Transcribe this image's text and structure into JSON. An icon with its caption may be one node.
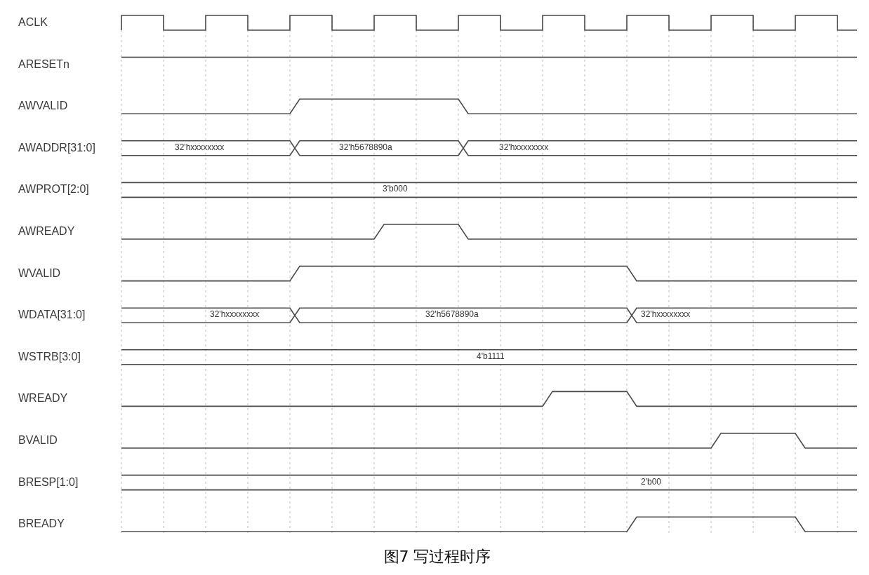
{
  "diagram": {
    "caption": "图7 写过程时序",
    "labels": [
      "ACLK",
      "ARESETn",
      "AWVALID",
      "AWADDR[31:0]",
      "32'hxxxxxxxx",
      "32'h5678890a",
      "32'hxxxxxxxx",
      "AWPROT[2:0]",
      "3'b000",
      "AWREADY",
      "WVALID",
      "WDATA[31:0]",
      "32'hxxxxxxxx",
      "32'h5678890a",
      "32'hxxxxxxxx",
      "WSTRB[3:0]",
      "4'b1111",
      "WREADY",
      "BVALID",
      "BRESP[1:0]",
      "2'b00",
      "BREADY"
    ]
  }
}
